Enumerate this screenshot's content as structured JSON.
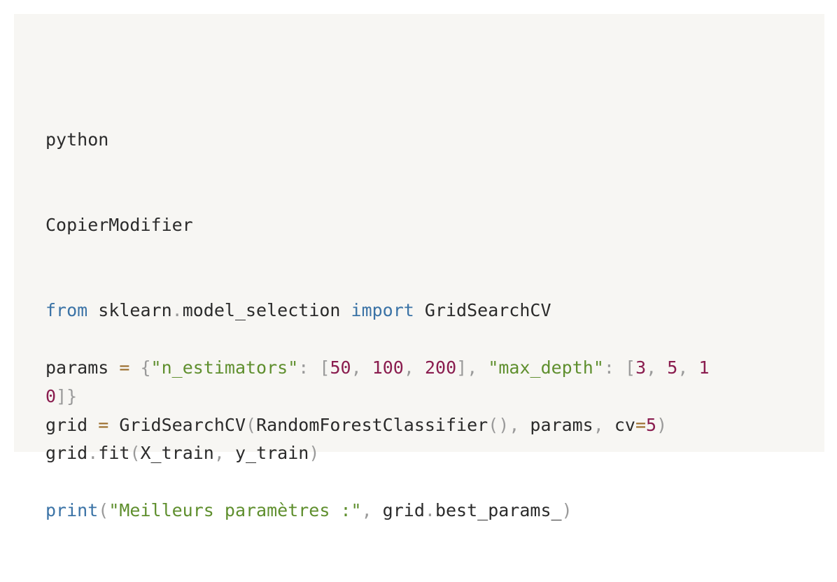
{
  "code_block": {
    "language_label": "python",
    "copy_edit_label": "CopierModifier",
    "lines": [
      {
        "tokens": [
          {
            "t": "from",
            "c": "kw"
          },
          {
            "t": " sklearn",
            "c": ""
          },
          {
            "t": ".",
            "c": "punc"
          },
          {
            "t": "model_selection ",
            "c": ""
          },
          {
            "t": "import",
            "c": "kw"
          },
          {
            "t": " GridSearchCV",
            "c": ""
          }
        ]
      },
      {
        "tokens": []
      },
      {
        "tokens": [
          {
            "t": "params ",
            "c": ""
          },
          {
            "t": "=",
            "c": "op"
          },
          {
            "t": " ",
            "c": ""
          },
          {
            "t": "{",
            "c": "punc"
          },
          {
            "t": "\"n_estimators\"",
            "c": "str"
          },
          {
            "t": ":",
            "c": "punc"
          },
          {
            "t": " ",
            "c": ""
          },
          {
            "t": "[",
            "c": "punc"
          },
          {
            "t": "50",
            "c": "num"
          },
          {
            "t": ",",
            "c": "punc"
          },
          {
            "t": " ",
            "c": ""
          },
          {
            "t": "100",
            "c": "num"
          },
          {
            "t": ",",
            "c": "punc"
          },
          {
            "t": " ",
            "c": ""
          },
          {
            "t": "200",
            "c": "num"
          },
          {
            "t": "]",
            "c": "punc"
          },
          {
            "t": ",",
            "c": "punc"
          },
          {
            "t": " ",
            "c": ""
          },
          {
            "t": "\"max_depth\"",
            "c": "str"
          },
          {
            "t": ":",
            "c": "punc"
          },
          {
            "t": " ",
            "c": ""
          },
          {
            "t": "[",
            "c": "punc"
          },
          {
            "t": "3",
            "c": "num"
          },
          {
            "t": ",",
            "c": "punc"
          },
          {
            "t": " ",
            "c": ""
          },
          {
            "t": "5",
            "c": "num"
          },
          {
            "t": ",",
            "c": "punc"
          },
          {
            "t": " ",
            "c": ""
          },
          {
            "t": "1",
            "c": "num"
          }
        ]
      },
      {
        "tokens": [
          {
            "t": "0",
            "c": "num"
          },
          {
            "t": "]",
            "c": "punc"
          },
          {
            "t": "}",
            "c": "punc"
          }
        ]
      },
      {
        "tokens": [
          {
            "t": "grid ",
            "c": ""
          },
          {
            "t": "=",
            "c": "op"
          },
          {
            "t": " GridSearchCV",
            "c": ""
          },
          {
            "t": "(",
            "c": "punc"
          },
          {
            "t": "RandomForestClassifier",
            "c": ""
          },
          {
            "t": "()",
            "c": "punc"
          },
          {
            "t": ",",
            "c": "punc"
          },
          {
            "t": " params",
            "c": ""
          },
          {
            "t": ",",
            "c": "punc"
          },
          {
            "t": " cv",
            "c": ""
          },
          {
            "t": "=",
            "c": "op"
          },
          {
            "t": "5",
            "c": "num"
          },
          {
            "t": ")",
            "c": "punc"
          }
        ]
      },
      {
        "tokens": [
          {
            "t": "grid",
            "c": ""
          },
          {
            "t": ".",
            "c": "punc"
          },
          {
            "t": "fit",
            "c": ""
          },
          {
            "t": "(",
            "c": "punc"
          },
          {
            "t": "X_train",
            "c": ""
          },
          {
            "t": ",",
            "c": "punc"
          },
          {
            "t": " y_train",
            "c": ""
          },
          {
            "t": ")",
            "c": "punc"
          }
        ]
      },
      {
        "tokens": []
      },
      {
        "tokens": [
          {
            "t": "print",
            "c": "kw"
          },
          {
            "t": "(",
            "c": "punc"
          },
          {
            "t": "\"Meilleurs paramètres :\"",
            "c": "str"
          },
          {
            "t": ",",
            "c": "punc"
          },
          {
            "t": " grid",
            "c": ""
          },
          {
            "t": ".",
            "c": "punc"
          },
          {
            "t": "best_params_",
            "c": ""
          },
          {
            "t": ")",
            "c": "punc"
          }
        ]
      }
    ]
  }
}
